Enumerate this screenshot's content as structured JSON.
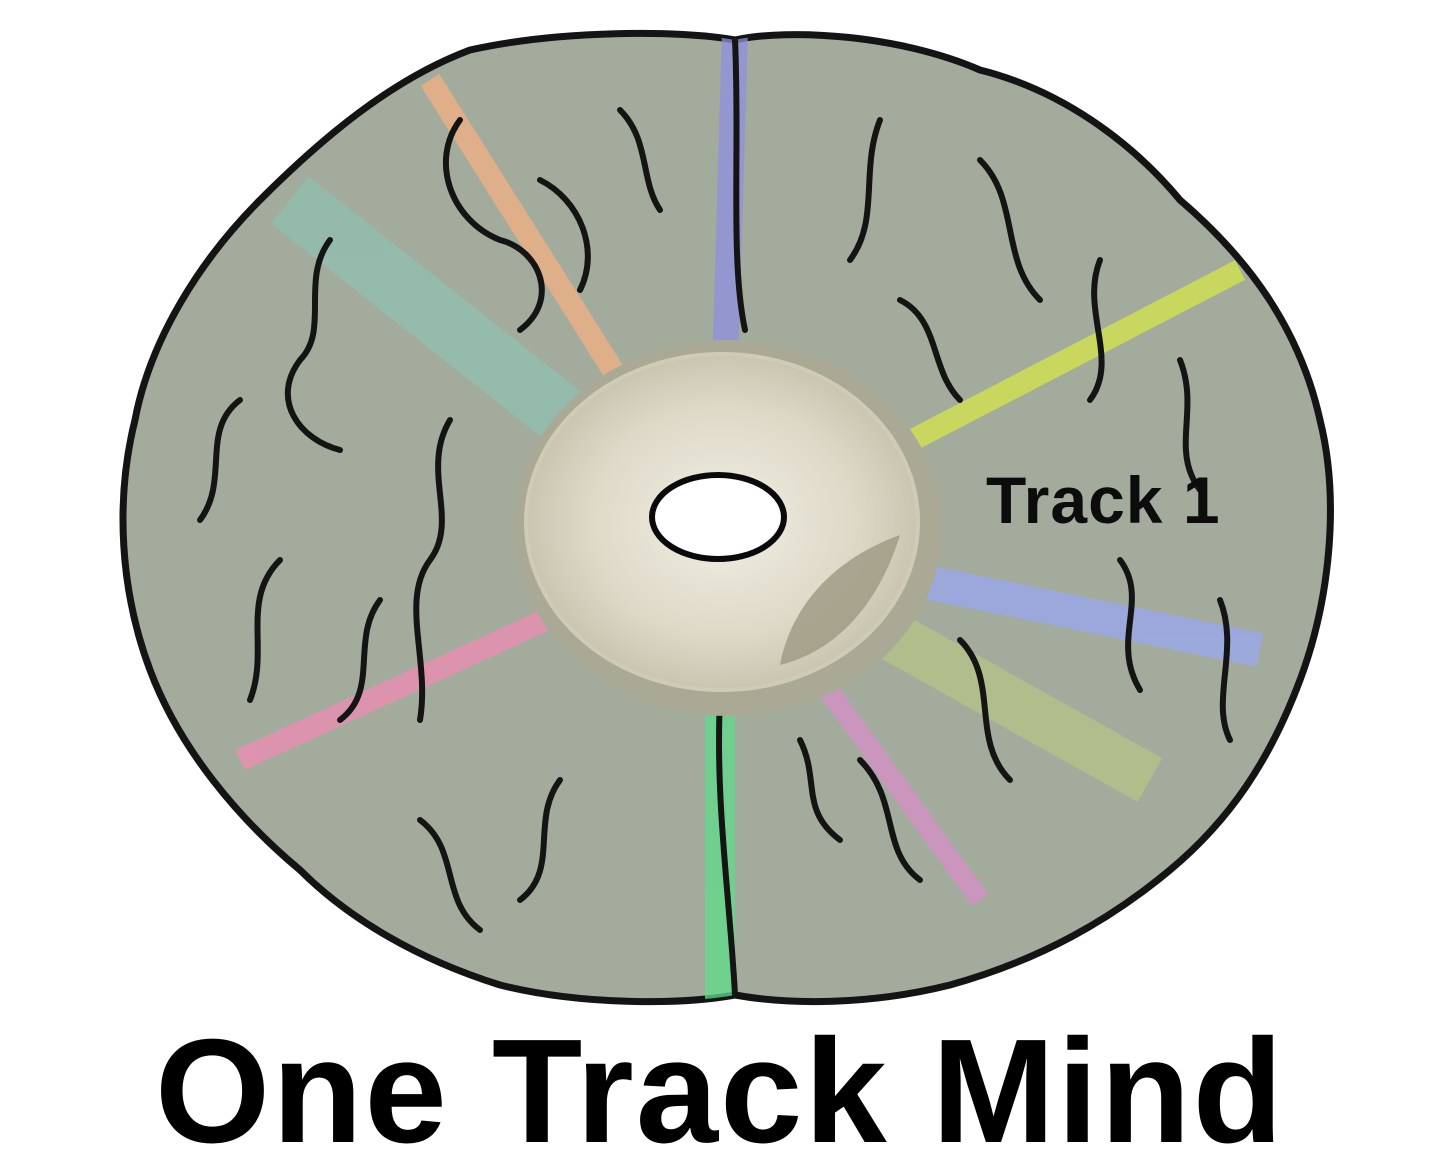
{
  "image": {
    "subject": "brain-shaped compact disc illustration",
    "colors": {
      "background": "#ffffff",
      "brain_fill": "#a3ab9c",
      "outline": "#141414",
      "hub_ring": "#aaa996",
      "hub_inner": "#dcd8c8",
      "spindle_hole": "#ffffff",
      "rainbow_streaks": [
        "#f4b184",
        "#8f8fe0",
        "#d7e64a",
        "#9aa8f0",
        "#f08cb4",
        "#5fdc8a",
        "#d88fc8"
      ]
    }
  },
  "labels": {
    "track": "Track 1",
    "title": "One Track Mind"
  }
}
